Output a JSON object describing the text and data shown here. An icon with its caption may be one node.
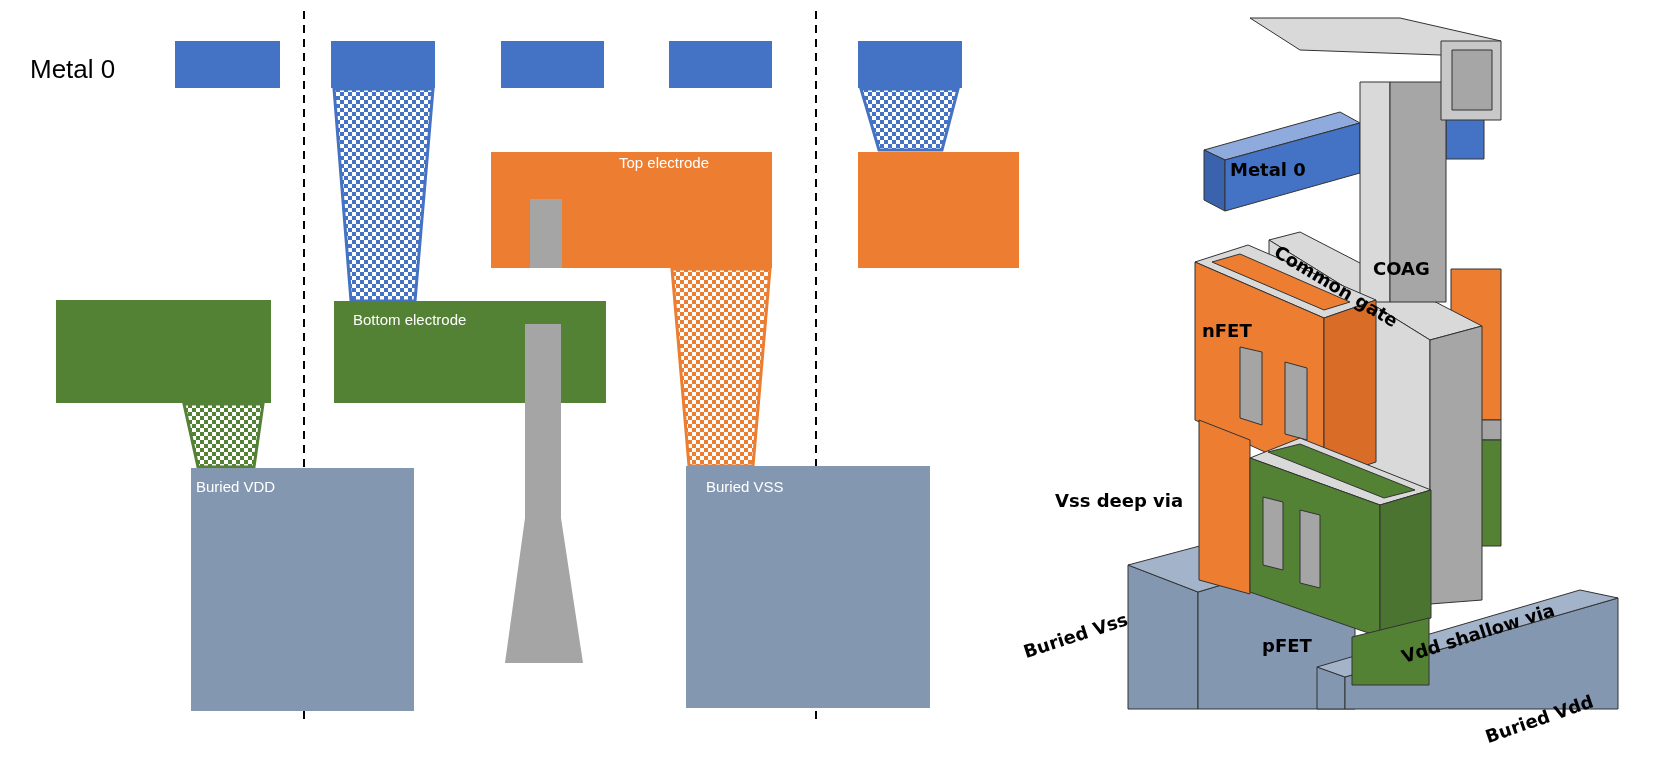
{
  "diagram": {
    "nodes": [
      {
        "text": [
          "Top electrode"
        ]
      },
      {
        "text": [
          "Bottom electrode"
        ]
      },
      {
        "text": [
          "Buried VDD"
        ]
      },
      {
        "text": [
          "Buried VSS"
        ]
      }
    ],
    "labels": [
      "Metal 0",
      "Metal 0",
      "Common gate",
      "COAG",
      "nFET",
      "Vss deep via",
      "Buried Vss",
      "pFET",
      "Vdd shallow via",
      "Buried Vdd"
    ]
  }
}
